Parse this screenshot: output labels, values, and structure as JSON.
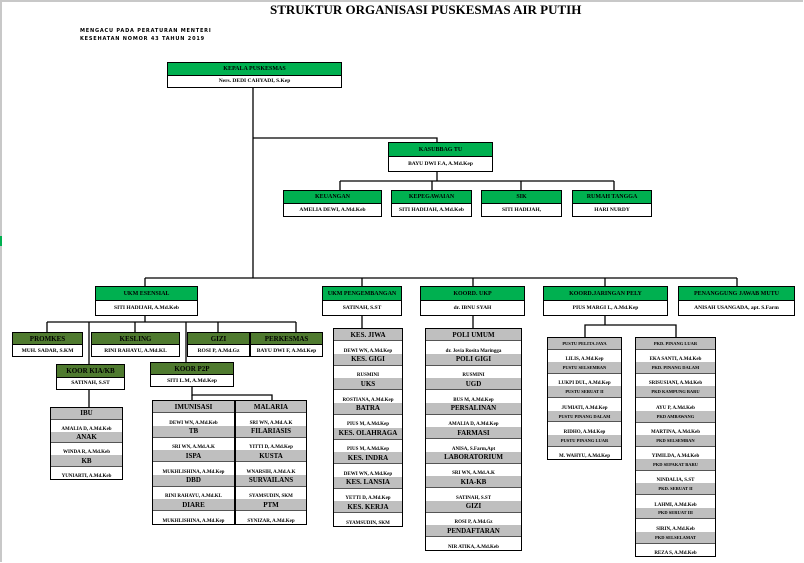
{
  "title": "STRUKTUR ORGANISASI PUSKESMAS AIR PUTIH",
  "subtitle": [
    "MENGACU PADA PERATURAN MENTERI",
    "KESEHATAN NOMOR 43 TAHUN 2019"
  ],
  "colors": {
    "header_green": "#00b050",
    "unit_green": "#4f7a2f",
    "item_gray": "#bfbfbf"
  },
  "kepala": {
    "title": "KEPALA PUSKESMAS",
    "name": "Ners. DEDI CAHYADI, S.Kep"
  },
  "kasubbag": {
    "title": "KASUBBAG TU",
    "name": "BAYU DWI F.A, A.Md.Kep"
  },
  "tu_units": [
    {
      "title": "KEUANGAN",
      "name": "AMELIA DEWI, A.Md.Keb"
    },
    {
      "title": "KEPEGAWAIAN",
      "name": "SITI HADIJAH, A.Md.Keb"
    },
    {
      "title": "SIK",
      "name": "SITI HADIJAH,"
    },
    {
      "title": "RUMAH TANGGA",
      "name": "HARI NURDY"
    }
  ],
  "level2": [
    {
      "title": "UKM ESENSIAL",
      "name": "SITI HADIJAH, A.Md.Keb"
    },
    {
      "title": "UKM PENGEMBANGAN",
      "name": "SATINAH, S.ST"
    },
    {
      "title": "KOORD. UKP",
      "name": "dr. IBNU SYAH"
    },
    {
      "title": "KOORD.JARINGAN PELY",
      "name": "PIUS MARGI L, A.Md.Kep"
    },
    {
      "title": "PENANGGUNG JAWAB MUTU",
      "name": "ANISAH USANGADA, apt. S.Farm"
    }
  ],
  "esensial_units": [
    {
      "title": "PROMKES",
      "name": "MUH. SADAR, S.KM"
    },
    {
      "title": "KESLING",
      "name": "RINI RAHAYU, A.Md.KL"
    },
    {
      "title": "GIZI",
      "name": "ROSI P, A.Md.Gz"
    },
    {
      "title": "PERKESMAS",
      "name": "BAYU DWI F, A.Md.Kep"
    }
  ],
  "koor_kia": {
    "title": "KOOR KIA/KB",
    "name": "SATINAH, S.ST"
  },
  "koor_p2p": {
    "title": "KOOR P2P",
    "name": "SITI L.M, A.Md.Kep"
  },
  "kia_items": [
    {
      "title": "IBU",
      "name": "AMALIA D, A.Md.Keb"
    },
    {
      "title": "ANAK",
      "name": "WINDA R, A.Md.Keb"
    },
    {
      "title": "KB",
      "name": "YUNIARTI, A.Md.Keb"
    }
  ],
  "p2p_left": [
    {
      "title": "IMUNISASI",
      "name": "DEWI WN, A.Md.Keb"
    },
    {
      "title": "TB",
      "name": "SRI WN, A.Md.A.K"
    },
    {
      "title": "ISPA",
      "name": "MUKHLISHINA, A.Md.Kep"
    },
    {
      "title": "DBD",
      "name": "RINI RAHAYU, A.Md.KL"
    },
    {
      "title": "DIARE",
      "name": "MUKHLISHINA, A.Md.Kep"
    }
  ],
  "p2p_right": [
    {
      "title": "MALARIA",
      "name": "SRI WN, A.Md.A.K"
    },
    {
      "title": "FILARIASIS",
      "name": "YITTI D, A.Md.Kep"
    },
    {
      "title": "KUSTA",
      "name": "WNARSIH, A.Md.A.K"
    },
    {
      "title": "SURVAILANS",
      "name": "SYAMSUDIN, SKM"
    },
    {
      "title": "PTM",
      "name": "SYNIZAR, A.Md.Kep"
    }
  ],
  "pengembangan_items": [
    {
      "title": "KES. JIWA",
      "name": "DEWI WN, A.Md.Kep"
    },
    {
      "title": "KES. GIGI",
      "name": "RUSMINI"
    },
    {
      "title": "UKS",
      "name": "ROSTIANA, A.Md.Kep"
    },
    {
      "title": "BATRA",
      "name": "PIUS M, A.Md.Kep"
    },
    {
      "title": "KES. OLAHRAGA",
      "name": "PIUS M, A.Md.Kep"
    },
    {
      "title": "KES. INDRA",
      "name": "DEWI WN, A.Md.Kep"
    },
    {
      "title": "KES. LANSIA",
      "name": "YETTI D, A.Md.Kep"
    },
    {
      "title": "KES. KERJA",
      "name": "SYAMSUDIN, SKM"
    }
  ],
  "ukp_items": [
    {
      "title": "POLI UMUM",
      "name": "dr. Jovia Rosita Maringga"
    },
    {
      "title": "POLI GIGI",
      "name": "RUSMINI"
    },
    {
      "title": "UGD",
      "name": "BUS M, A.Md.Kep"
    },
    {
      "title": "PERSALINAN",
      "name": "AMALIA D, A.Md.Kep"
    },
    {
      "title": "FARMASI",
      "name": "ANISA, S.Farm,Apt"
    },
    {
      "title": "LABORATORIUM",
      "name": "SRI WN, A.Md.A.K"
    },
    {
      "title": "KIA-KB",
      "name": "SATINAH, S.ST"
    },
    {
      "title": "GIZI",
      "name": "ROSI P, A.Md.Gz"
    },
    {
      "title": "PENDAFTARAN",
      "name": "NIR ATIKA, A.Md.Keb"
    }
  ],
  "pustu_items": [
    {
      "title": "PUSTU PELITA JAYA",
      "name": "LILIS, A.Md.Kep"
    },
    {
      "title": "PUSTU SELSEMBAN",
      "name": "LUKPI DUL, A.Md.Kep"
    },
    {
      "title": "PUSTU SERUAT II",
      "name": "JUMIATI, A.Md.Kep"
    },
    {
      "title": "PUSTU PINANG DALAM",
      "name": "RIDHO, A.Md.Kep"
    },
    {
      "title": "PUSTU PINANG LUAR",
      "name": "M. WAHYU, A.Md.Kep"
    }
  ],
  "poskesdes_items": [
    {
      "title": "PKD. PINANG LUAR",
      "name": "EKA SANTI, A.Md.Keb"
    },
    {
      "title": "PKD. PINANG DALAM",
      "name": "SRISUSIANI, A.Md.Keb"
    },
    {
      "title": "PKD KAMPUNG BARU",
      "name": "AYU P, A.Md.Keb"
    },
    {
      "title": "PKD AMBAWANG",
      "name": "MARTINA, A.Md.Keb"
    },
    {
      "title": "PKD SELSEMBAN",
      "name": "YIMILDA, A.Md.Keb"
    },
    {
      "title": "PKD SEPAKAT BARU",
      "name": "NINDALIA, S.ST"
    },
    {
      "title": "PKD. SERUAT II",
      "name": "LAHMI, A.Md.Keb"
    },
    {
      "title": "PKD SERUAT III",
      "name": "SIRIN, A.Md.Keb"
    },
    {
      "title": "PKD SELSELAMAT",
      "name": "REZA S, A.Md.Keb"
    }
  ]
}
